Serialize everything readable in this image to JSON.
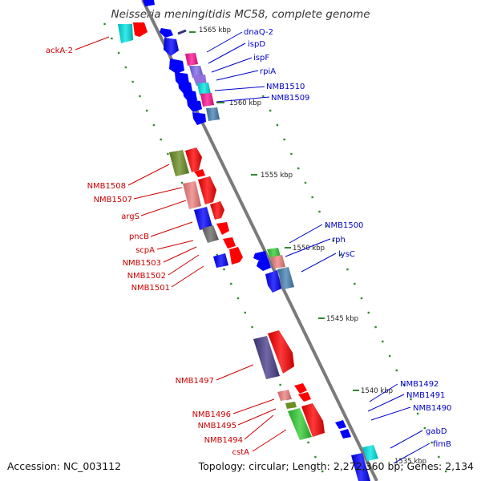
{
  "title": "Neisseria meningitidis MC58, complete genome",
  "footer": {
    "accession": "Accession: NC_003112",
    "topology": "Topology: circular; Length: 2,272,360 bp; Genes: 2,134"
  },
  "ruler": {
    "labels": [
      "1565 kbp",
      "1560 kbp",
      "1555 kbp",
      "1550 kbp",
      "1545 kbp",
      "1540 kbp",
      "1535 kbp"
    ]
  },
  "labels_left": [
    "ackA-2",
    "NMB1508",
    "NMB1507",
    "argS",
    "pncB",
    "scpA",
    "NMB1503",
    "NMB1502",
    "NMB1501",
    "NMB1497",
    "NMB1496",
    "NMB1495",
    "NMB1494",
    "cstA"
  ],
  "labels_right": [
    "dnaQ-2",
    "ispD",
    "ispF",
    "rpiA",
    "NMB1510",
    "NMB1509",
    "NMB1500",
    "rph",
    "lysC",
    "NMB1492",
    "NMB1491",
    "NMB1490",
    "gabD",
    "fimB"
  ],
  "colors": {
    "forward_strand": "#ff0000",
    "reverse_strand": "#0000ff",
    "backbone": "#808080",
    "label_forward": "#cc0000",
    "label_reverse": "#0000cc",
    "tick": "#2e8b2e",
    "pink": "#ff1493",
    "cyan": "#00e5e5",
    "olive": "#6b8e23",
    "salmon": "#f08080",
    "purple": "#483d8b",
    "green": "#32cd32",
    "steelblue": "#4682b4",
    "violet": "#7b68ee",
    "gray": "#696969",
    "blue_lines": "#0000cc",
    "red_lines": "#cc0000"
  }
}
